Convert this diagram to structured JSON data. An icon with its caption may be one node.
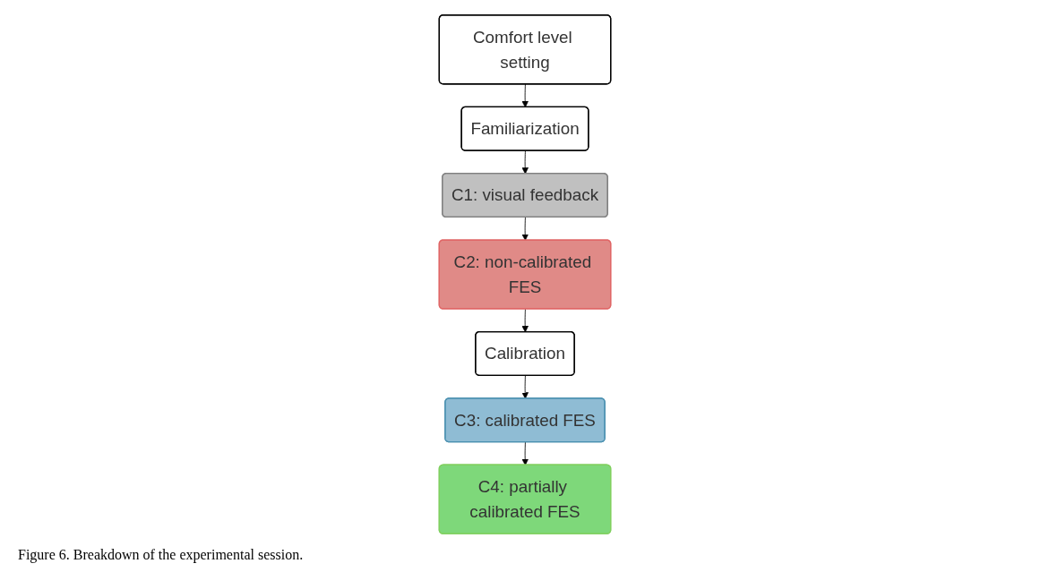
{
  "diagram": {
    "caption": "Figure 6. Breakdown of the experimental session.",
    "nodes": [
      {
        "text": [
          "Comfort level setting"
        ]
      },
      {
        "text": [
          "Familiarization"
        ]
      },
      {
        "text": [
          "C1: visual feedback"
        ]
      },
      {
        "text": [
          "C2: non-calibrated FES"
        ]
      },
      {
        "text": [
          "Calibration"
        ]
      },
      {
        "text": [
          "C3: calibrated FES"
        ]
      },
      {
        "text": [
          "C4: partially calibrated FES"
        ]
      }
    ],
    "edges": [
      {
        "from": 0,
        "to": 1,
        "arrow": "to"
      },
      {
        "from": 1,
        "to": 2,
        "arrow": "to"
      },
      {
        "from": 2,
        "to": 3,
        "arrow": "to"
      },
      {
        "from": 3,
        "to": 4,
        "arrow": "to"
      },
      {
        "from": 4,
        "to": 5,
        "arrow": "to"
      },
      {
        "from": 5,
        "to": 6,
        "arrow": "to"
      }
    ]
  }
}
